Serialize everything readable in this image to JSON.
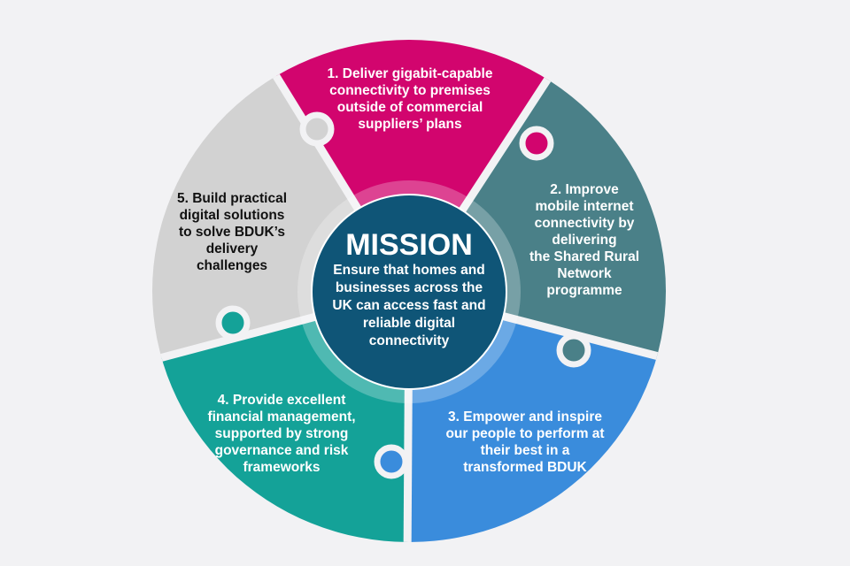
{
  "colors": {
    "background": "#f2f2f4",
    "pink": "#d2056e",
    "teal_grey": "#4a8088",
    "blue": "#3a8cdc",
    "green": "#14a298",
    "grey": "#d2d2d2",
    "center": "#0f5577"
  },
  "mission": {
    "title": "MISSION",
    "text": "Ensure that homes and\nbusinesses across the\nUK can access fast and\nreliable digital\nconnectivity"
  },
  "segments": [
    {
      "text": "1. Deliver gigabit-capable\nconnectivity to premises\noutside of commercial\nsuppliers’ plans"
    },
    {
      "text": "2. Improve\nmobile internet\nconnectivity by\ndelivering\nthe Shared Rural\nNetwork\nprogramme"
    },
    {
      "text": "3. Empower and inspire\nour people to perform at\ntheir best in a\ntransformed BDUK"
    },
    {
      "text": "4. Provide excellent\nfinancial management,\nsupported by strong\ngovernance and risk\nframeworks"
    },
    {
      "text": "5. Build practical\ndigital solutions\nto solve BDUK’s\ndelivery\nchallenges"
    }
  ]
}
